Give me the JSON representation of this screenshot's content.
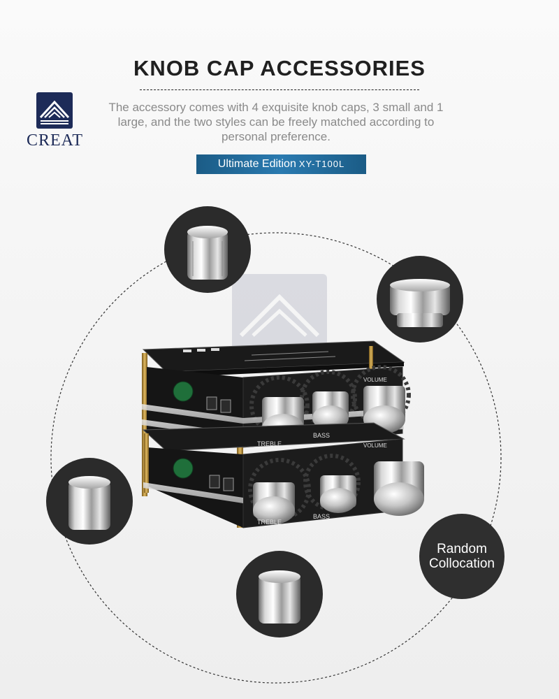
{
  "brand": {
    "name": "CREAT",
    "color": "#1d2b58"
  },
  "header": {
    "title": "KNOB CAP ACCESSORIES",
    "description": "The accessory comes with 4 exquisite knob caps, 3 small and 1 large, and the two styles can be freely matched according to personal preference."
  },
  "edition": {
    "label": "Ultimate Edition",
    "model": "XY-T100L",
    "color": "#1f6b9a"
  },
  "board_labels": {
    "treble": "TREBLE",
    "bass": "BASS",
    "volume": "VOLUME"
  },
  "badge": {
    "line1": "Random",
    "line2": "Collocation"
  }
}
